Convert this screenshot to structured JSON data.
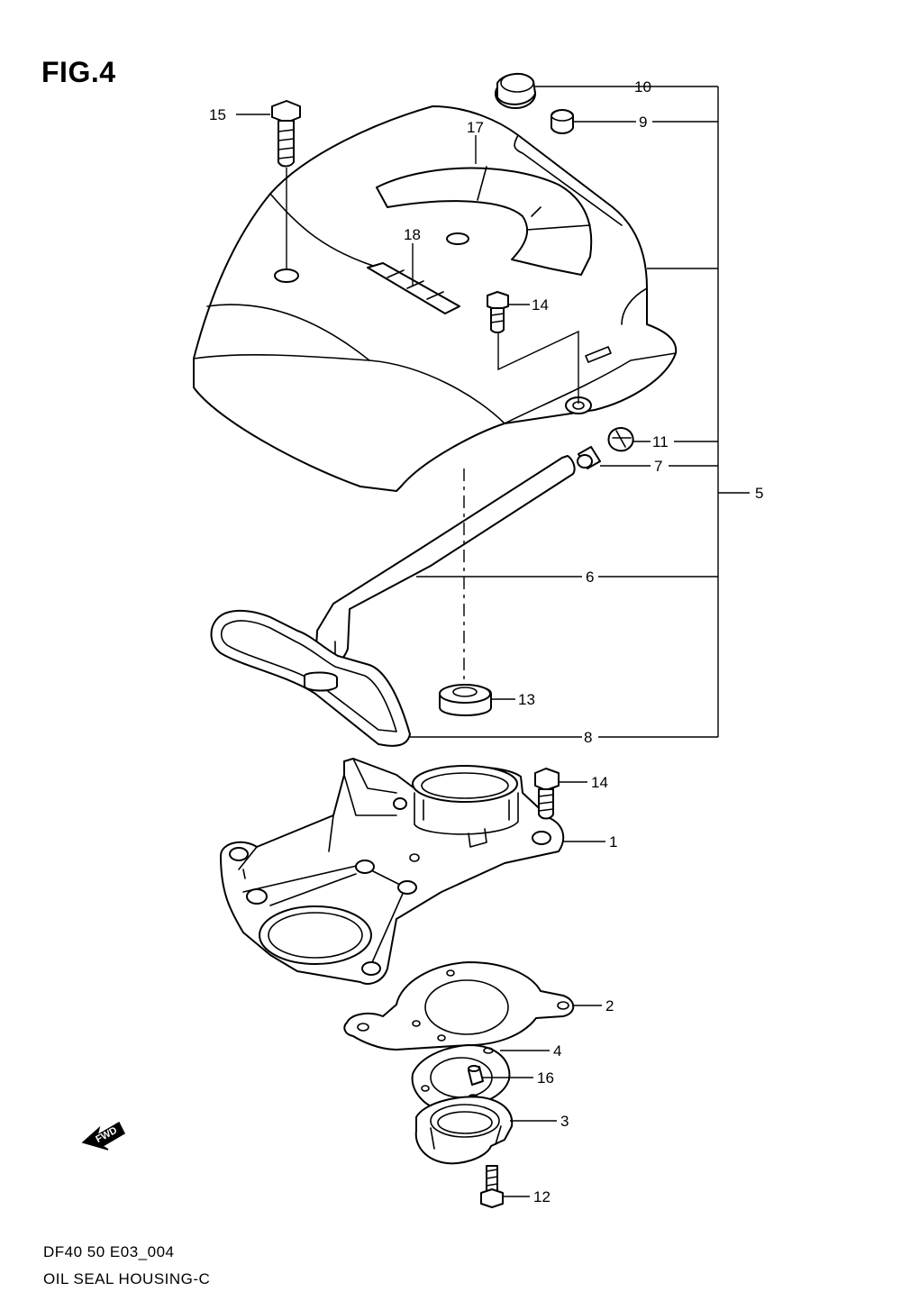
{
  "figure": {
    "title": "FIG.4"
  },
  "footer": {
    "code": "DF40 50 E03_004",
    "name": "OIL SEAL HOUSING-C"
  },
  "fwd_label": "FWD",
  "callouts": {
    "c1": "1",
    "c2": "2",
    "c3": "3",
    "c4": "4",
    "c5": "5",
    "c6": "6",
    "c7": "7",
    "c8": "8",
    "c9": "9",
    "c10": "10",
    "c11": "11",
    "c12": "12",
    "c13": "13",
    "c14a": "14",
    "c14b": "14",
    "c15": "15",
    "c16": "16",
    "c17": "17",
    "c18": "18"
  }
}
